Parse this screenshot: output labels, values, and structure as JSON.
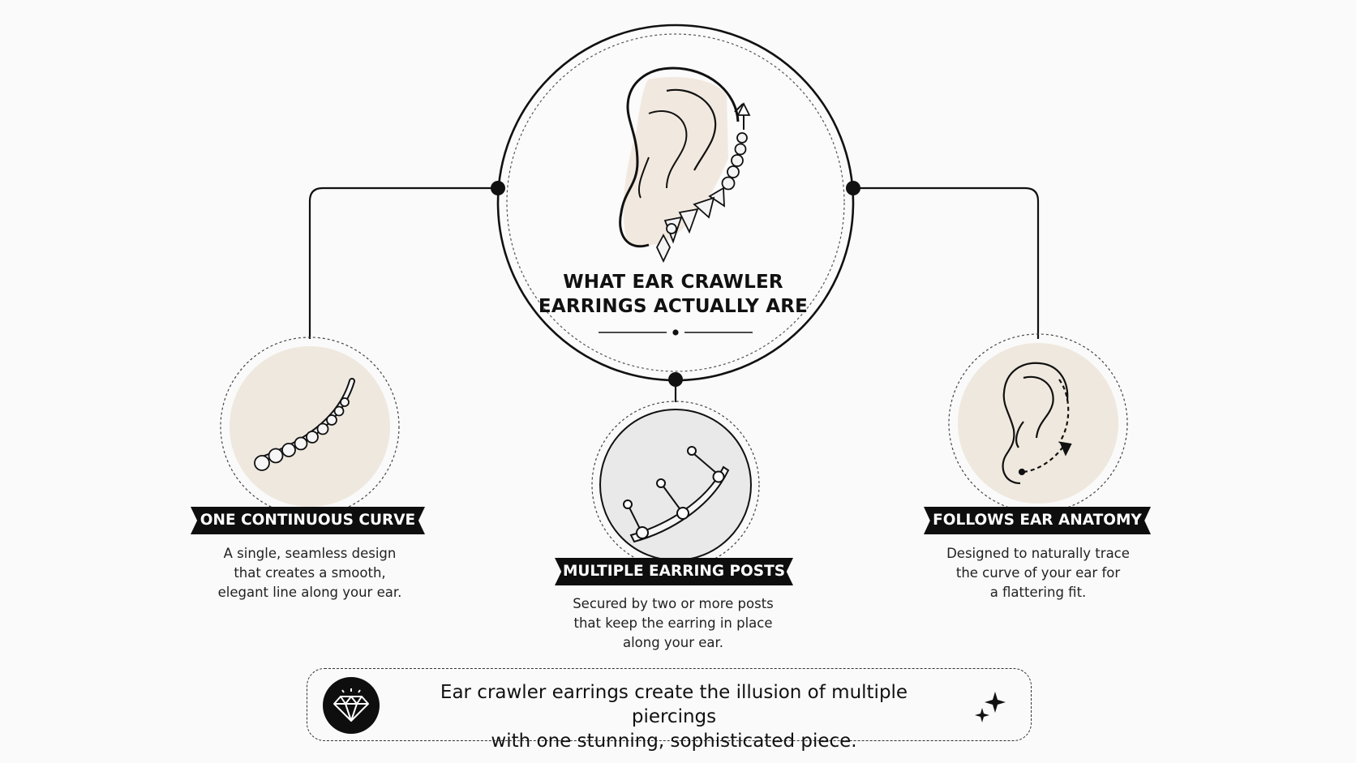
{
  "title": {
    "line1": "WHAT EAR CRAWLER",
    "line2": "EARRINGS ACTUALLY ARE"
  },
  "features": [
    {
      "label": "ONE CONTINUOUS CURVE",
      "description": [
        "A single, seamless design",
        "that creates a smooth,",
        "elegant line along your ear."
      ],
      "icon": "curved-crawler-icon"
    },
    {
      "label": "MULTIPLE EARRING POSTS",
      "description": [
        "Secured by two or more posts",
        "that keep the earring in place",
        "along your ear."
      ],
      "icon": "earring-posts-icon"
    },
    {
      "label": "FOLLOWS EAR ANATOMY",
      "description": [
        "Designed to naturally trace",
        "the curve of your ear for",
        "a flattering fit."
      ],
      "icon": "ear-anatomy-icon"
    }
  ],
  "note": {
    "line1": "Ear crawler earrings create the illusion of multiple piercings",
    "line2": "with one stunning, sophisticated piece.",
    "icon": "diamond-icon",
    "decoration": "sparkle-icon"
  },
  "colors": {
    "background": "#fafafa",
    "ink": "#111111",
    "banner": "#0e0e0e",
    "beige": "#efe8de",
    "grey": "#e9e9e9",
    "skin": "#f1e9df"
  }
}
